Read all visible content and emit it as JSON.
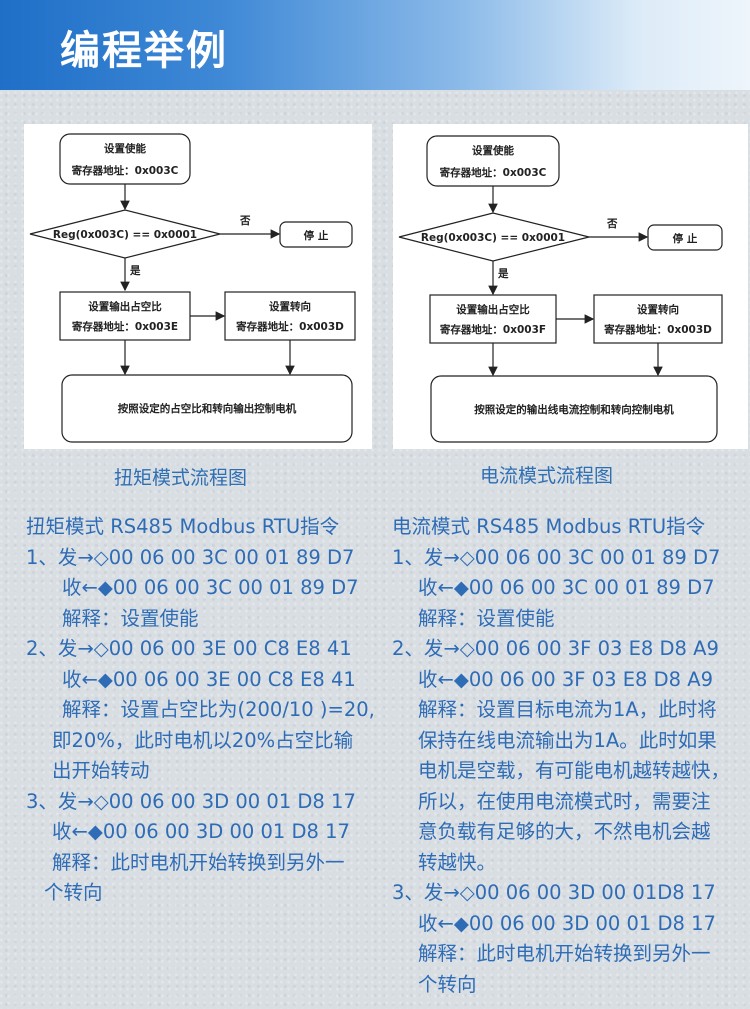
{
  "header": {
    "title": "编程举例"
  },
  "charts": {
    "torque": {
      "caption": "扭矩模式流程图",
      "box_enable": [
        "设置使能",
        "寄存器地址：0x003C"
      ],
      "decision": "Reg(0x003C) == 0x0001",
      "no_label": "否",
      "yes_label": "是",
      "stop_label": "停 止",
      "box_a": [
        "设置输出占空比",
        "寄存器地址：0x003E"
      ],
      "box_b": [
        "设置转向",
        "寄存器地址：0x003D"
      ],
      "box_final": "按照设定的占空比和转向输出控制电机"
    },
    "current": {
      "caption": "电流模式流程图",
      "box_enable": [
        "设置使能",
        "寄存器地址：0x003C"
      ],
      "decision": "Reg(0x003C) == 0x0001",
      "no_label": "否",
      "yes_label": "是",
      "stop_label": "停 止",
      "box_a": [
        "设置输出占空比",
        "寄存器地址：0x003F"
      ],
      "box_b": [
        "设置转向",
        "寄存器地址：0x003D"
      ],
      "box_final": "按照设定的输出线电流控制和转向控制电机"
    }
  },
  "left": {
    "title": "扭矩模式 RS485 Modbus RTU指令",
    "lines": [
      "1、发→◇00 06 00 3C 00 01 89 D7",
      "收←◆00 06 00 3C 00 01 89 D7",
      "解释：设置使能",
      "2、发→◇00 06 00 3E 00 C8 E8 41",
      "收←◆00 06 00 3E 00 C8 E8 41",
      "解释：设置占空比为(200/10 )=20,",
      "即20%，此时电机以20%占空比输",
      "出开始转动",
      "3、发→◇00 06 00 3D 00 01 D8 17",
      "收←◆00 06 00 3D 00 01 D8 17",
      "解释：此时电机开始转换到另外一",
      "个转向"
    ]
  },
  "right": {
    "title": "电流模式 RS485 Modbus RTU指令",
    "lines": [
      "1、发→◇00 06 00 3C 00 01 89 D7",
      "收←◆00 06 00 3C 00 01 89 D7",
      "解释：设置使能",
      "2、发→◇00 06 00 3F 03 E8 D8 A9",
      "收←◆00 06 00 3F 03 E8 D8 A9",
      "解释：设置目标电流为1A，此时将",
      "保持在线电流输出为1A。此时如果",
      "电机是空载，有可能电机越转越快，",
      "所以，在使用电流模式时，需要注",
      "意负载有足够的大，不然电机会越",
      "转越快。",
      "3、发→◇00 06 00 3D 00 01D8 17",
      "收←◆00 06 00 3D 00 01 D8 17",
      "解释：此时电机开始转换到另外一",
      "个转向"
    ]
  }
}
